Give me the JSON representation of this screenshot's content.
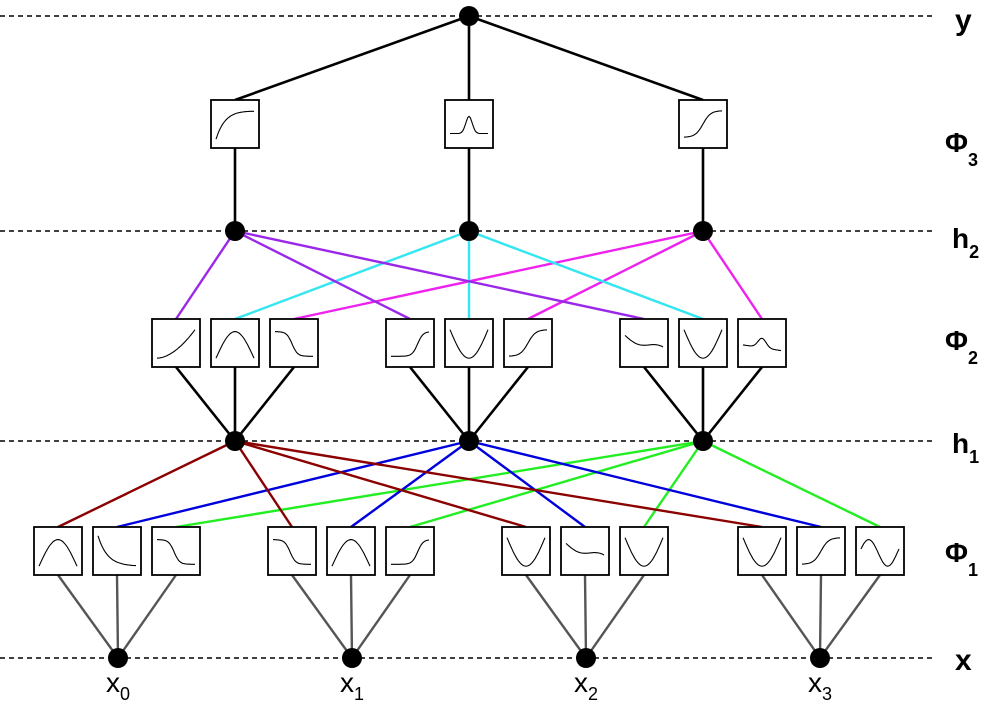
{
  "layers": [
    {
      "id": "y",
      "label": "y",
      "sub": ""
    },
    {
      "id": "phi3",
      "label": "Φ",
      "sub": "3"
    },
    {
      "id": "h2",
      "label": "h",
      "sub": "2"
    },
    {
      "id": "phi2",
      "label": "Φ",
      "sub": "2"
    },
    {
      "id": "h1",
      "label": "h",
      "sub": "1"
    },
    {
      "id": "phi1",
      "label": "Φ",
      "sub": "1"
    },
    {
      "id": "x",
      "label": "x",
      "sub": ""
    }
  ],
  "inputs": [
    {
      "name": "x",
      "sub": "0"
    },
    {
      "name": "x",
      "sub": "1"
    },
    {
      "name": "x",
      "sub": "2"
    },
    {
      "name": "x",
      "sub": "3"
    }
  ],
  "edge_colors": {
    "h1_node0": "#8b0000",
    "h1_node1": "#0000dd",
    "h1_node2": "#22ee22",
    "h2_node0": "#9a28e8",
    "h2_node1": "#33e6f0",
    "h2_node2": "#ee22ee",
    "input_edges": "#555555",
    "aggregation_edges": "#000000"
  }
}
